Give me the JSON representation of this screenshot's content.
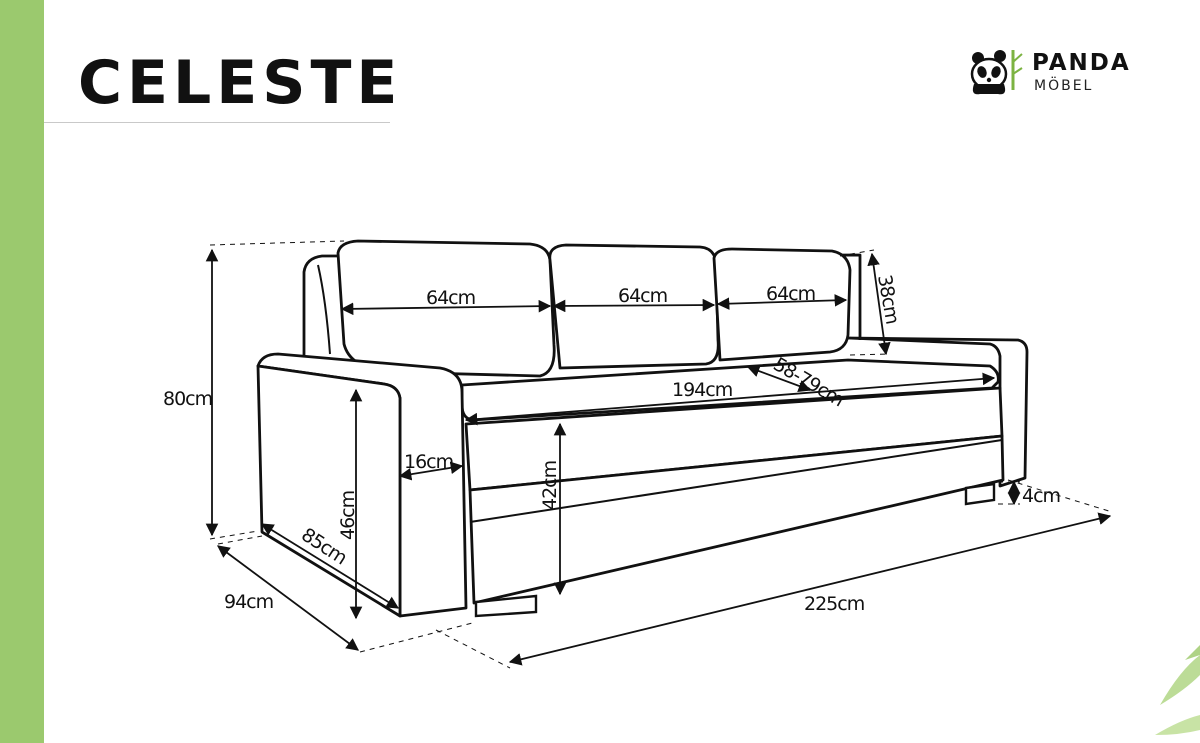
{
  "title": "CELESTE",
  "logo": {
    "name": "PANDA",
    "sub": "MÖBEL"
  },
  "dimensions": {
    "total_height": "80cm",
    "cushion_1": "64cm",
    "cushion_2": "64cm",
    "cushion_3": "64cm",
    "back_cushion_height": "38cm",
    "seat_width": "194cm",
    "seat_depth": "58-79cm",
    "armrest_width": "16cm",
    "armrest_height": "46cm",
    "seat_height": "42cm",
    "leg_height": "4cm",
    "armrest_depth": "85cm",
    "total_depth": "94cm",
    "total_width": "225cm"
  },
  "colors": {
    "accent": "#9bc96e",
    "line": "#111111",
    "fill": "#ffffff"
  }
}
